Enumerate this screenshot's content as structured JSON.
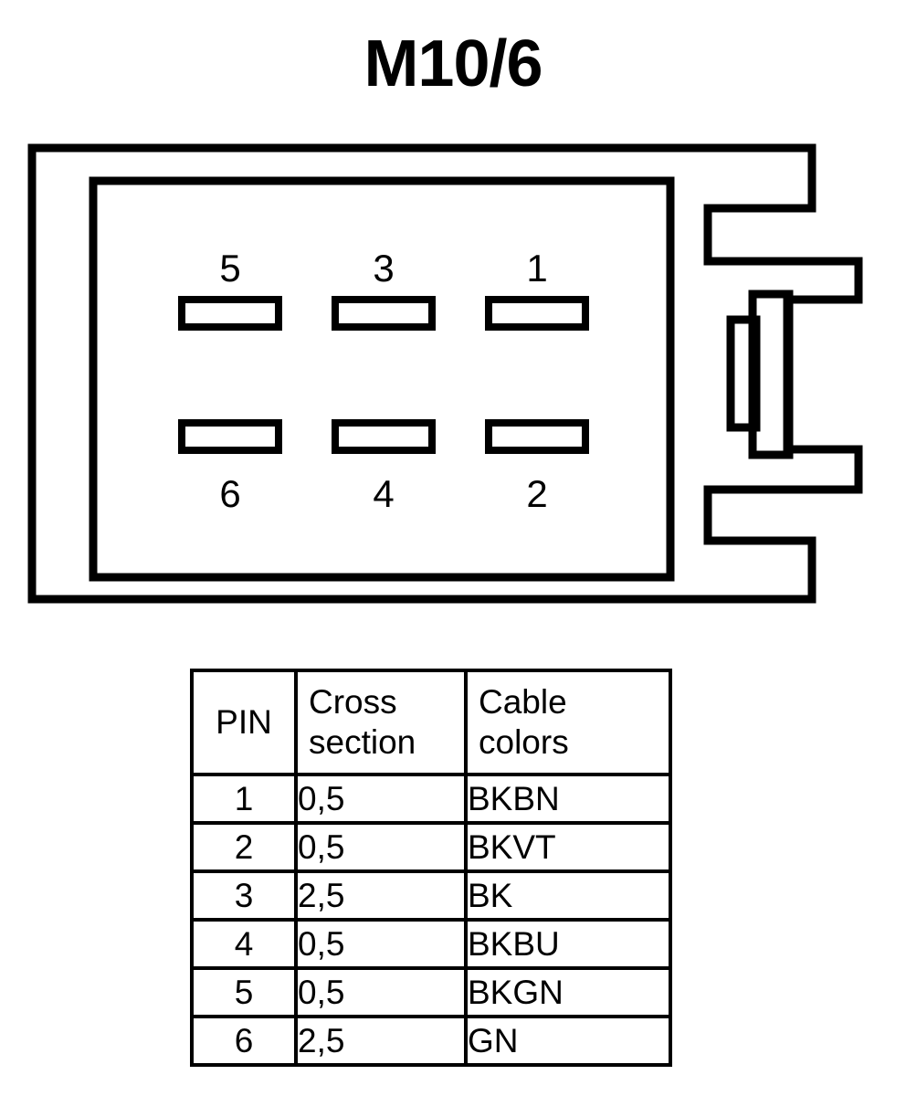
{
  "title": "M10/6",
  "connector": {
    "name": "connector-housing-6way",
    "pins": [
      {
        "number": "5",
        "row": "top",
        "column": 1
      },
      {
        "number": "3",
        "row": "top",
        "column": 2
      },
      {
        "number": "1",
        "row": "top",
        "column": 3
      },
      {
        "number": "6",
        "row": "bottom",
        "column": 1
      },
      {
        "number": "4",
        "row": "bottom",
        "column": 2
      },
      {
        "number": "2",
        "row": "bottom",
        "column": 3
      }
    ],
    "stroke_color": "#000000",
    "fill_color": "#ffffff"
  },
  "table": {
    "headers": {
      "pin": "PIN",
      "cross_section_line1": "Cross",
      "cross_section_line2": "section",
      "cable_colors_line1": "Cable",
      "cable_colors_line2": "colors"
    },
    "rows": [
      {
        "pin": "1",
        "cross_section": "0,5",
        "cable_colors": "BKBN"
      },
      {
        "pin": "2",
        "cross_section": "0,5",
        "cable_colors": "BKVT"
      },
      {
        "pin": "3",
        "cross_section": "2,5",
        "cable_colors": "BK"
      },
      {
        "pin": "4",
        "cross_section": "0,5",
        "cable_colors": "BKBU"
      },
      {
        "pin": "5",
        "cross_section": "0,5",
        "cable_colors": "BKGN"
      },
      {
        "pin": "6",
        "cross_section": "2,5",
        "cable_colors": "GN"
      }
    ]
  }
}
